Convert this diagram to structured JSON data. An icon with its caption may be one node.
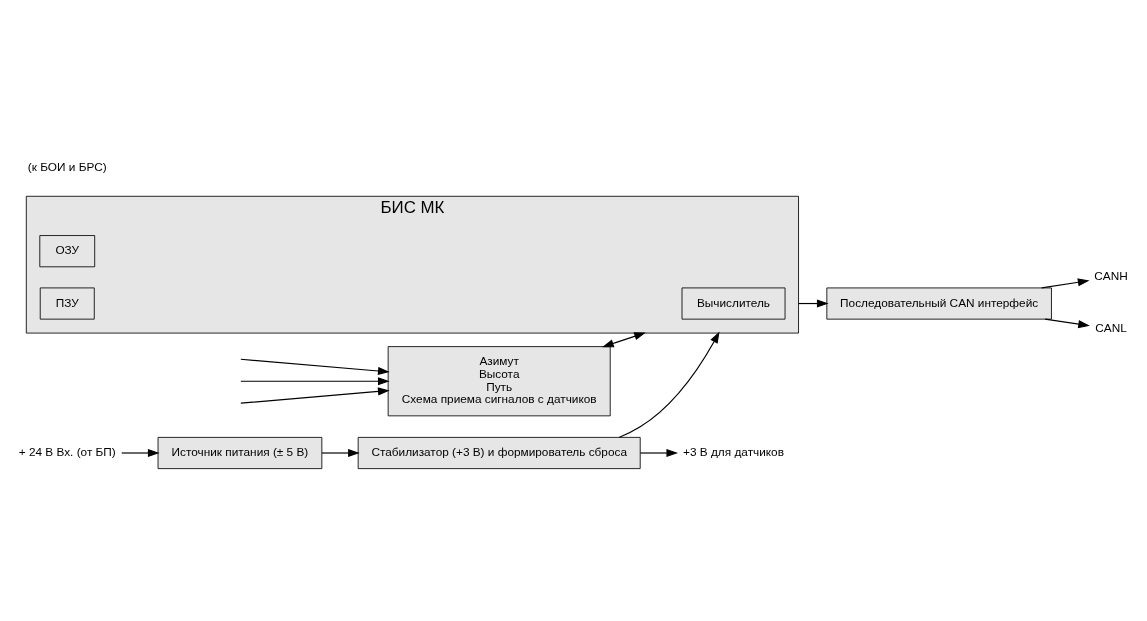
{
  "diagram": {
    "nodes": [
      {
        "text": [
          "+3 В для датчиков"
        ]
      },
      {
        "text": [
          "Стабилизатор (+3 В) и формирователь сброса"
        ]
      },
      {
        "text": [
          "Источник питания (± 5 В)"
        ]
      },
      {
        "text": [
          "+ 24 В Вх. (от БП)"
        ]
      },
      {
        "text": [
          "БИС МК"
        ]
      },
      {
        "text": [
          "Вычислитель"
        ],
        "in": 4
      },
      {
        "text": [
          "ОЗУ"
        ],
        "in": 4
      },
      {
        "text": [
          "ПЗУ"
        ],
        "in": 4
      },
      {
        "text": [
          "Азимут",
          "Высота",
          "Путь",
          "Схема приема сигналов с датчиков"
        ]
      },
      {
        "text": [
          "Последовательный CAN интерфейс"
        ]
      },
      {
        "text": [
          "CANH"
        ]
      },
      {
        "text": [
          "CANL"
        ]
      }
    ],
    "edges": [
      {
        "from": 1,
        "to": 0,
        "arrow": "to"
      },
      {
        "from": 2,
        "to": 1,
        "arrow": "to"
      },
      {
        "from": 3,
        "to": 2,
        "arrow": "to"
      },
      {
        "from": 1,
        "to": 4,
        "arrow": "to"
      },
      {
        "from": 8,
        "to": 4,
        "arrow": "both"
      },
      {
        "from": 4,
        "to": 9,
        "arrow": "to"
      },
      {
        "from": 9,
        "to": 10,
        "arrow": "to"
      },
      {
        "from": 9,
        "to": 11,
        "arrow": "to"
      },
      {
        "from": null,
        "to": 8,
        "arrow": "to"
      },
      {
        "from": null,
        "to": 8,
        "arrow": "to"
      },
      {
        "from": null,
        "to": 8,
        "arrow": "to"
      }
    ],
    "labels": [
      "(к БОИ и БРС)"
    ]
  }
}
